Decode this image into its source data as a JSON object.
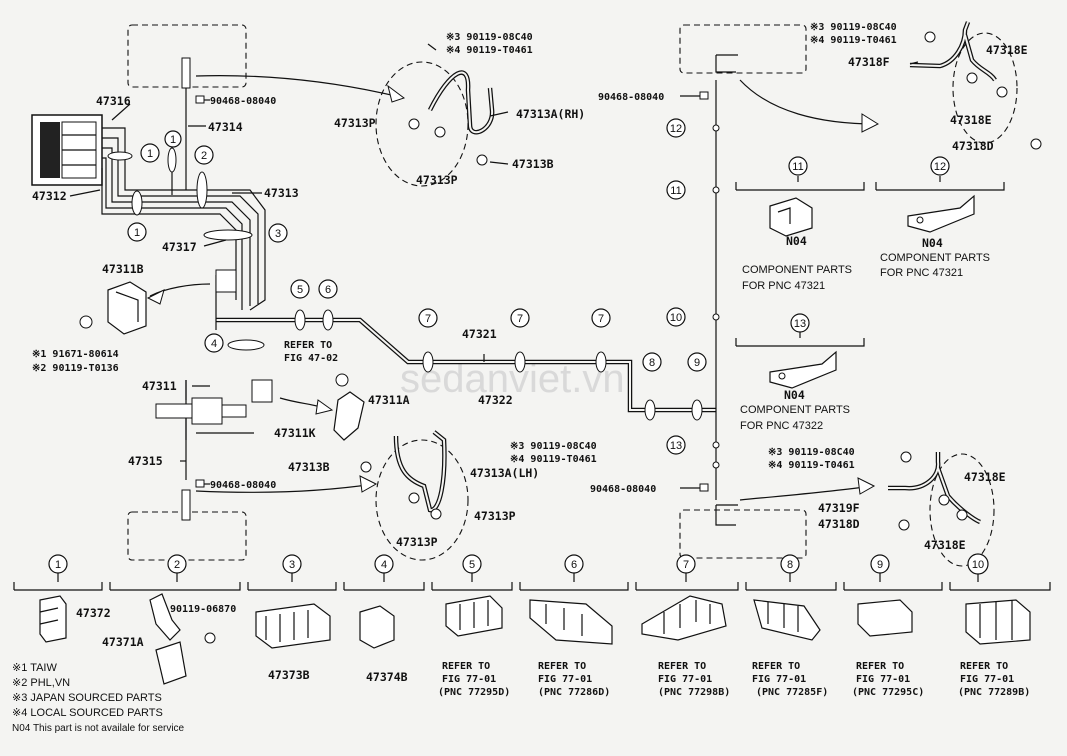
{
  "watermark": "sedanviet.vn",
  "part_labels": {
    "p47316": "47316",
    "p47314": "47314",
    "p47312": "47312",
    "p47313": "47313",
    "p47317": "47317",
    "p47311b": "47311B",
    "p47311": "47311",
    "p47311k": "47311K",
    "p47315": "47315",
    "p47311a": "47311A",
    "p47321": "47321",
    "p47322": "47322",
    "p47313p_top": "47313P",
    "p47313p_top2": "47313P",
    "p47313a_rh": "47313A(RH)",
    "p47313b_top": "47313B",
    "p47313b_bot": "47313B",
    "p47313a_lh": "47313A(LH)",
    "p47313p_bot": "47313P",
    "p47313p_bot2": "47313P",
    "p47318f": "47318F",
    "p47318e_top": "47318E",
    "p47318e_top2": "47318E",
    "p47318d_top": "47318D",
    "p47319f": "47319F",
    "p47318d_bot": "47318D",
    "p47318e_bot": "47318E",
    "p47318e_bot2": "47318E"
  },
  "fasteners": {
    "f1": "90468-08040",
    "f2": "90468-08040",
    "f3": "90468-08040",
    "f4": "90468-08040",
    "b1a": "※3 90119-08C40",
    "b1b": "※4 90119-T0461",
    "b2a": "※3 90119-08C40",
    "b2b": "※4 90119-T0461",
    "b3a": "※3 90119-08C40",
    "b3b": "※4 90119-T0461",
    "b4a": "※3 90119-08C40",
    "b4b": "※4 90119-T0461",
    "c1": "※1 91671-80614",
    "c2": "※2 90119-T0136",
    "k2": "90119-06870"
  },
  "refer_47": {
    "line1": "REFER TO",
    "line2": "FIG 47-02"
  },
  "components": [
    {
      "num": "11",
      "code": "N04",
      "desc1": "COMPONENT PARTS",
      "desc2": "FOR PNC 47321"
    },
    {
      "num": "12",
      "code": "N04",
      "desc1": "COMPONENT PARTS",
      "desc2": "FOR PNC 47321"
    },
    {
      "num": "13",
      "code": "N04",
      "desc1": "COMPONENT PARTS",
      "desc2": "FOR PNC 47322"
    }
  ],
  "circle_numbers": [
    "1",
    "2",
    "3",
    "4",
    "5",
    "6",
    "7",
    "8",
    "9",
    "10",
    "11",
    "12",
    "13"
  ],
  "bottom_panels": [
    {
      "num": "1",
      "label": "47372"
    },
    {
      "num": "2",
      "label": "47371A",
      "label2": "90119-06870"
    },
    {
      "num": "3",
      "label": "47373B"
    },
    {
      "num": "4",
      "label": "47374B"
    },
    {
      "num": "5",
      "r1": "REFER TO",
      "r2": "FIG 77-01",
      "r3": "(PNC 77295D)"
    },
    {
      "num": "6",
      "r1": "REFER TO",
      "r2": "FIG 77-01",
      "r3": "(PNC 77286D)"
    },
    {
      "num": "7",
      "r1": "REFER TO",
      "r2": "FIG 77-01",
      "r3": "(PNC 77298B)"
    },
    {
      "num": "8",
      "r1": "REFER TO",
      "r2": "FIG 77-01",
      "r3": "(PNC 77285F)"
    },
    {
      "num": "9",
      "r1": "REFER TO",
      "r2": "FIG 77-01",
      "r3": "(PNC 77295C)"
    },
    {
      "num": "10",
      "r1": "REFER TO",
      "r2": "FIG 77-01",
      "r3": "(PNC 77289B)"
    }
  ],
  "notes": [
    "※1 TAIW",
    "※2 PHL,VN",
    "※3 JAPAN SOURCED PARTS",
    "※4 LOCAL SOURCED PARTS",
    "N04  This part is not availale for service"
  ],
  "colors": {
    "ink": "#111111",
    "paper": "#f4f4f2"
  }
}
